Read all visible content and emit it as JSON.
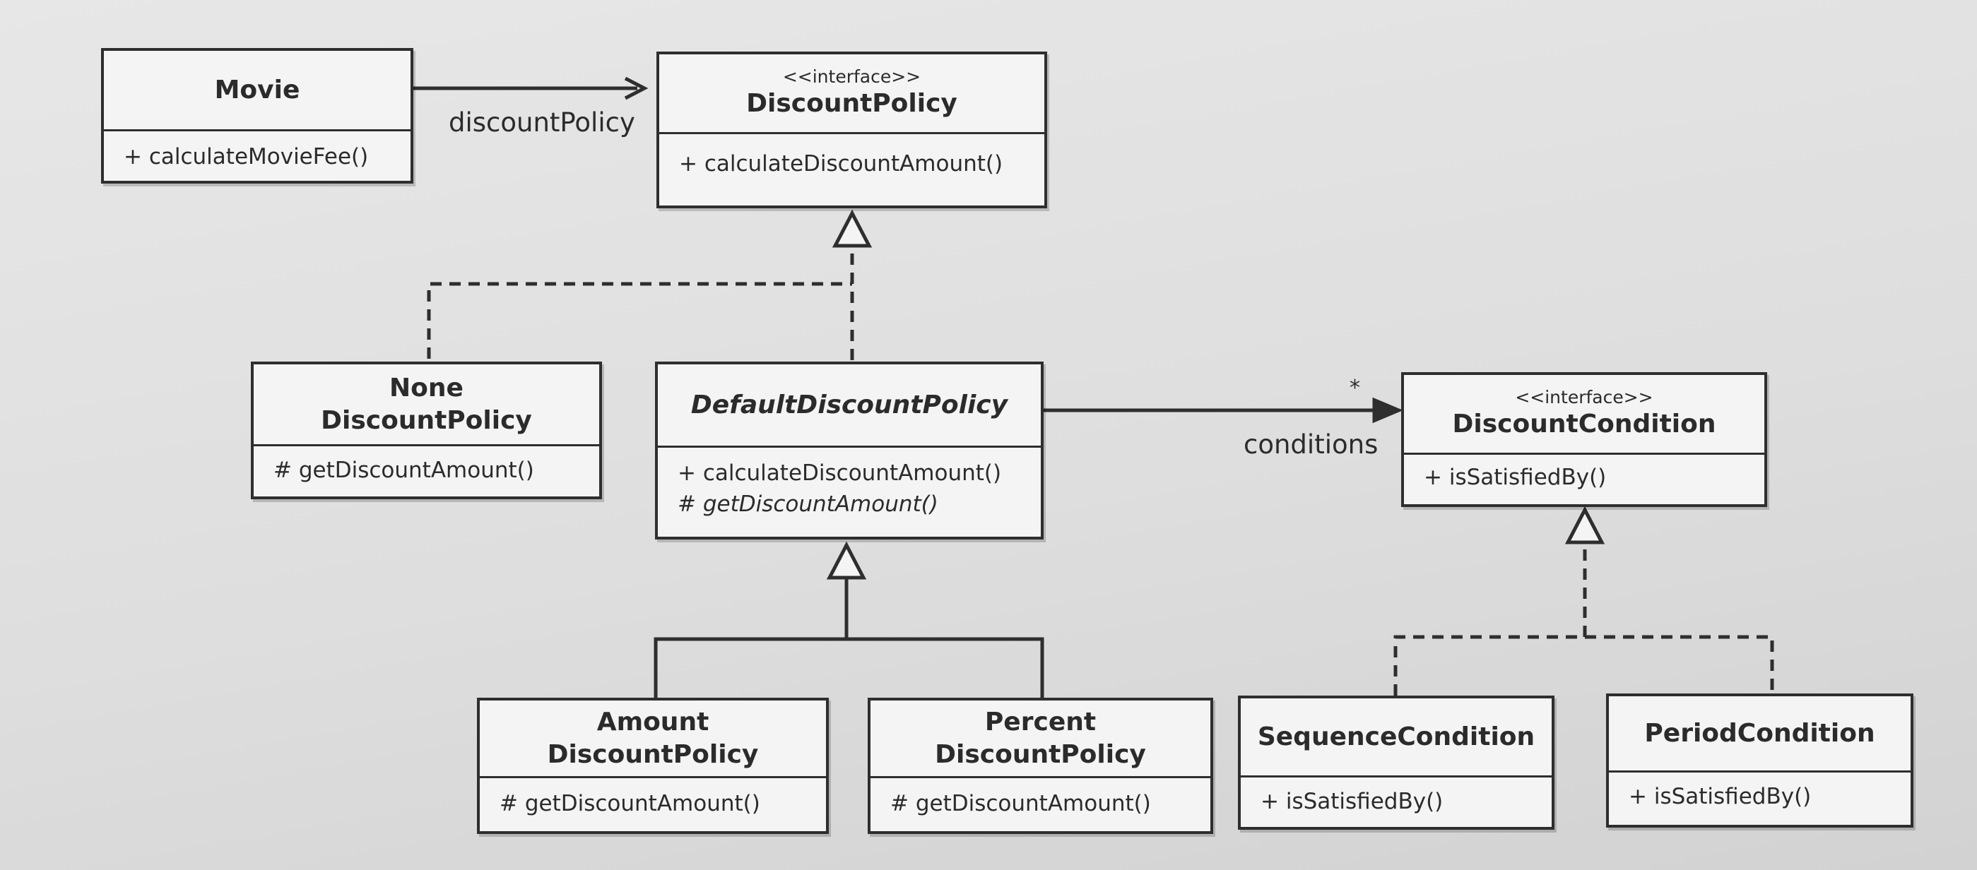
{
  "classes": {
    "movie": {
      "name": "Movie",
      "ops": [
        "+ calculateMovieFee()"
      ]
    },
    "discount_policy": {
      "stereotype": "<<interface>>",
      "name": "DiscountPolicy",
      "ops": [
        "+ calculateDiscountAmount()"
      ]
    },
    "none_discount_policy": {
      "name_line1": "None",
      "name_line2": "DiscountPolicy",
      "ops": [
        "# getDiscountAmount()"
      ]
    },
    "default_discount_policy": {
      "name": "DefaultDiscountPolicy",
      "ops": [
        "+ calculateDiscountAmount()",
        "# getDiscountAmount()"
      ]
    },
    "discount_condition": {
      "stereotype": "<<interface>>",
      "name": "DiscountCondition",
      "ops": [
        "+ isSatisfiedBy()"
      ]
    },
    "amount_discount_policy": {
      "name_line1": "Amount",
      "name_line2": "DiscountPolicy",
      "ops": [
        "# getDiscountAmount()"
      ]
    },
    "percent_discount_policy": {
      "name_line1": "Percent",
      "name_line2": "DiscountPolicy",
      "ops": [
        "# getDiscountAmount()"
      ]
    },
    "sequence_condition": {
      "name": "SequenceCondition",
      "ops": [
        "+ isSatisfiedBy()"
      ]
    },
    "period_condition": {
      "name": "PeriodCondition",
      "ops": [
        "+ isSatisfiedBy()"
      ]
    }
  },
  "associations": {
    "discount_policy_label": "discountPolicy",
    "conditions_label": "conditions",
    "conditions_multiplicity": "*"
  },
  "colors": {
    "line": "#2e2e2e",
    "box_fill": "#f4f4f4",
    "text": "#2b2b2b"
  }
}
